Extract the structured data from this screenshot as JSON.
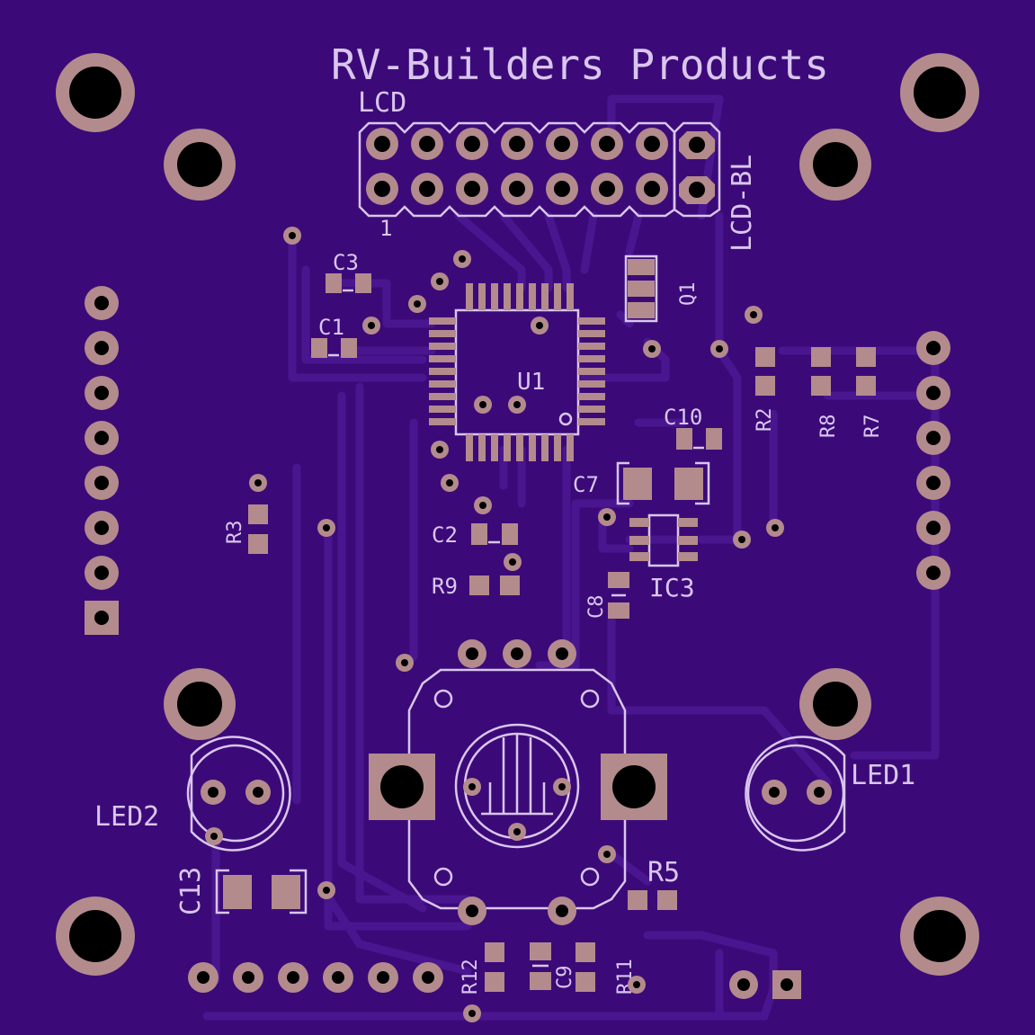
{
  "board": {
    "title": "RV-Builders Products",
    "colors": {
      "substrate": "#3b0a78",
      "copper": "#b38b8c",
      "silkscreen": "#d9c6ee",
      "drill": "#000000"
    }
  },
  "labels": {
    "lcd": "LCD",
    "lcd_bl": "LCD-BL",
    "pin1": "1",
    "c1": "C1",
    "c2": "C2",
    "c3": "C3",
    "c7": "C7",
    "c8": "C8",
    "c9": "C9",
    "c10": "C10",
    "c13": "C13",
    "q1": "Q1",
    "u1": "U1",
    "ic3": "IC3",
    "r2": "R2",
    "r3": "R3",
    "r5": "R5",
    "r7": "R7",
    "r8": "R8",
    "r9": "R9",
    "r11": "R11",
    "r12": "R12",
    "led1": "LED1",
    "led2": "LED2"
  }
}
